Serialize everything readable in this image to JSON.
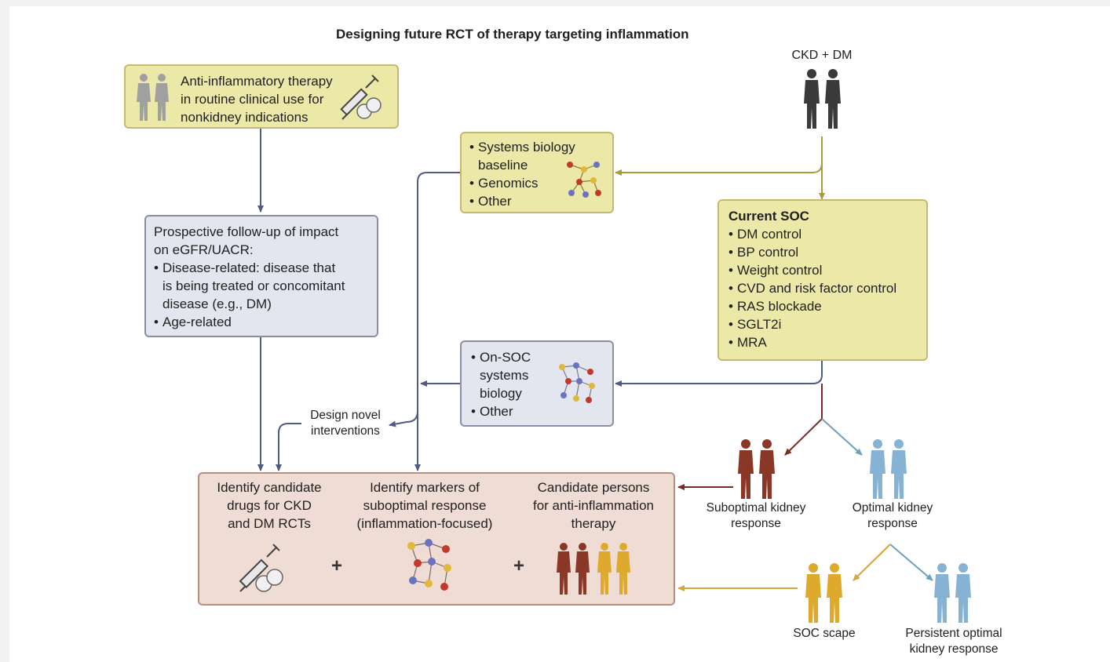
{
  "title": "Designing future RCT of therapy targeting inflammation",
  "population_label": "CKD + DM",
  "anti_inflammatory_box": {
    "lines": [
      "Anti-inflammatory therapy",
      "in routine clinical use for",
      "nonkidney indications"
    ]
  },
  "followup_box": {
    "intro_lines": [
      "Prospective follow-up of impact",
      "on eGFR/UACR:"
    ],
    "items": [
      [
        "Disease-related: disease that",
        "is being treated or concomitant",
        "disease (e.g., DM)"
      ],
      [
        "Age-related"
      ]
    ]
  },
  "baseline_box": {
    "items": [
      [
        "Systems biology",
        "baseline"
      ],
      [
        "Genomics"
      ],
      [
        "Other"
      ]
    ]
  },
  "current_soc_box": {
    "heading": "Current SOC",
    "items": [
      "DM control",
      "BP control",
      "Weight control",
      "CVD and risk factor control",
      "RAS blockade",
      "SGLT2i",
      "MRA"
    ]
  },
  "on_soc_box": {
    "items": [
      [
        "On-SOC",
        "systems",
        "biology"
      ],
      [
        "Other"
      ]
    ]
  },
  "design_novel_label": [
    "Design novel",
    "interventions"
  ],
  "outcome_box": {
    "col1": [
      "Identify candidate",
      "drugs for CKD",
      "and DM RCTs"
    ],
    "col2": [
      "Identify markers of",
      "suboptimal response",
      "(inflammation-focused)"
    ],
    "col3": [
      "Candidate persons",
      "for anti-inflammation",
      "therapy"
    ],
    "plus_signs": [
      "+",
      "+"
    ]
  },
  "responses": {
    "suboptimal": [
      "Suboptimal kidney",
      "response"
    ],
    "optimal": [
      "Optimal kidney",
      "response"
    ],
    "soc_escape": [
      "SOC scape"
    ],
    "persistent": [
      "Persistent optimal",
      "kidney response"
    ]
  },
  "colors": {
    "navy_arrow": "#4f5a85",
    "olive_arrow": "#a89a3a",
    "red_arrow": "#7a2a22",
    "blue_arrow": "#6d9fbf",
    "gold_arrow": "#d7a53a",
    "person_gray": "#a0a0a0",
    "person_dark": "#3a3a3a",
    "person_red": "#8a3728",
    "person_blue": "#86b3d3",
    "person_gold": "#deaa2e"
  }
}
